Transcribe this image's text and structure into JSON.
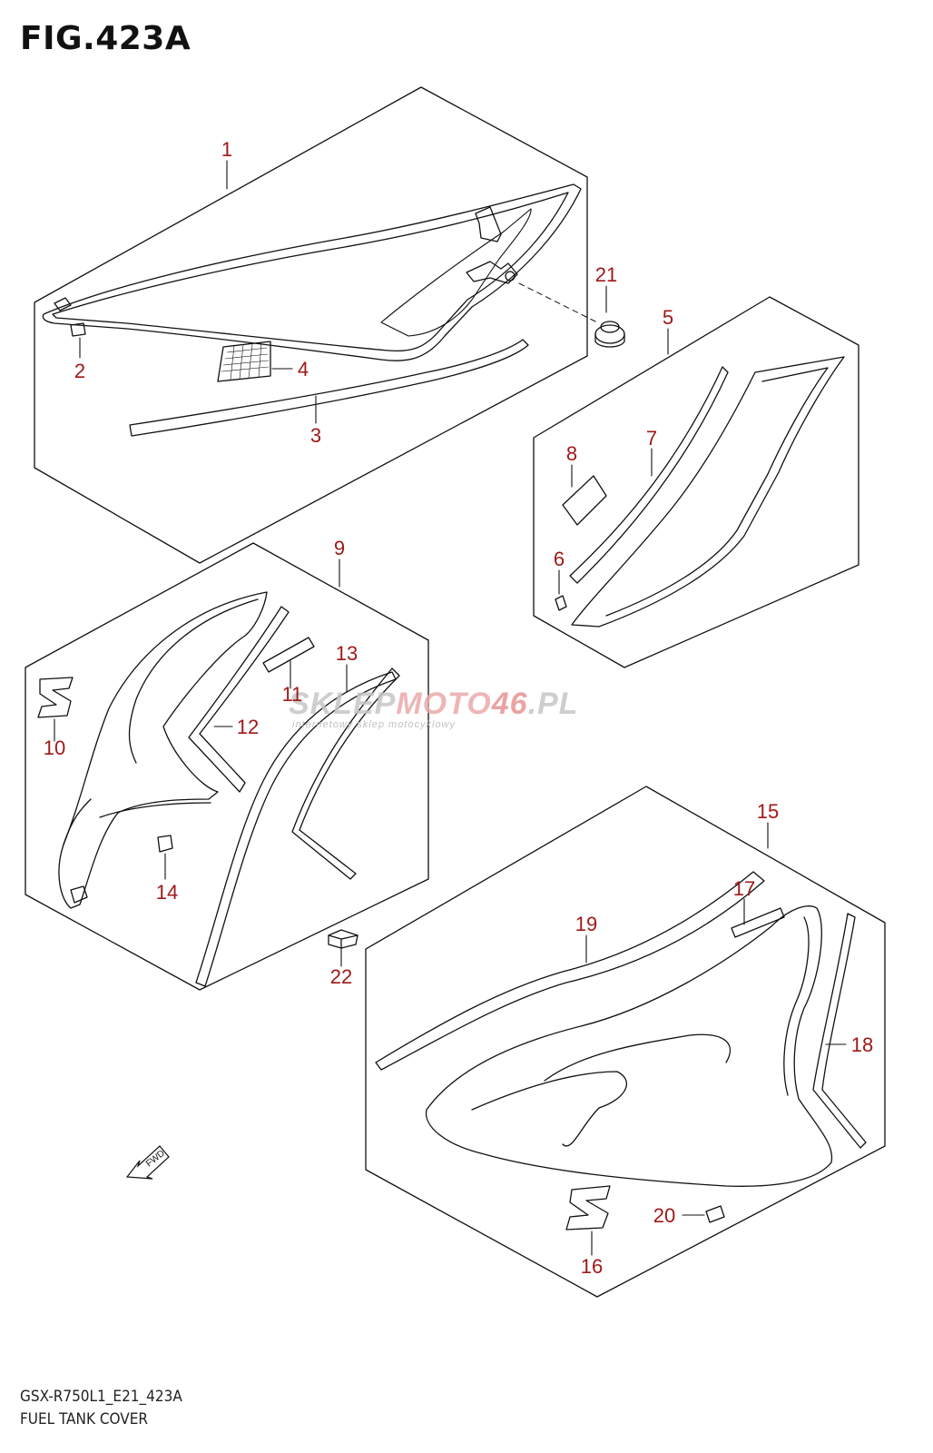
{
  "figure": {
    "title": "FIG.423A",
    "code": "GSX-R750L1_E21_423A",
    "description": "FUEL TANK COVER"
  },
  "callouts": [
    "1",
    "2",
    "3",
    "4",
    "5",
    "6",
    "7",
    "8",
    "9",
    "10",
    "11",
    "12",
    "13",
    "14",
    "15",
    "16",
    "17",
    "18",
    "19",
    "20",
    "21",
    "22"
  ],
  "watermark": {
    "brand_a": "SKLEP",
    "brand_b": "MOTO",
    "brand_c": "46",
    "brand_d": ".PL",
    "tagline": "internetowy sklep motocyklowy"
  },
  "direction_arrow": {
    "label": "FWD"
  },
  "colors": {
    "callout": "#a01818",
    "line": "#111111",
    "watermark": "#c4c4c4",
    "watermark_accent": "#e8a0a0"
  }
}
